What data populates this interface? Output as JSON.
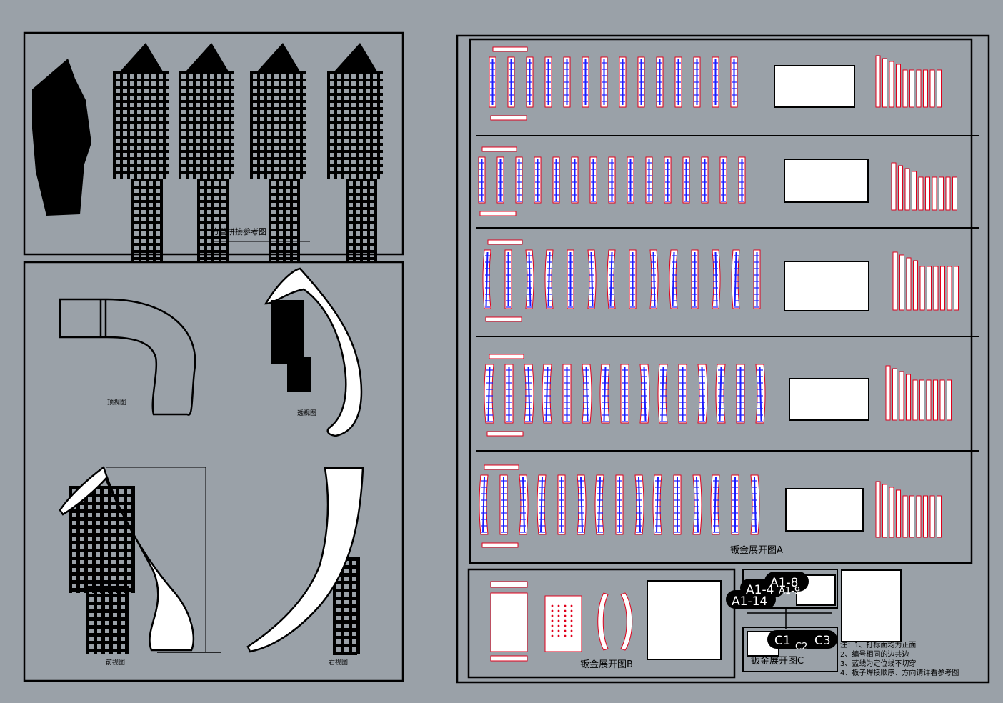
{
  "canvas_bg": "#9aa1a8",
  "colors": {
    "outline": "#000000",
    "panel_fill": "#ffffff",
    "cut_line": "#e0001b",
    "locate_line": "#1a1aff"
  },
  "labels": {
    "tube_ref": "方管拼接参考图",
    "top_view": "顶视图",
    "persp_view": "透视图",
    "front_view": "前视图",
    "right_view": "右视图",
    "sheet_a": "钣金展开图A",
    "sheet_b": "钣金展开图B",
    "sheet_c": "钣金展开图C"
  },
  "tags": {
    "a1_8": "A1-8",
    "a1_4": "A1-4",
    "a1_9": "A1-9",
    "a1_14": "A1-14",
    "c1": "C1",
    "c2": "C2",
    "c3": "C3"
  },
  "notes": [
    "注：1、打标面均为正面",
    "2、编号相同的边共边",
    "3、蓝线为定位线不切穿",
    "4、板子焊接顺序、方向请详看参考图"
  ]
}
